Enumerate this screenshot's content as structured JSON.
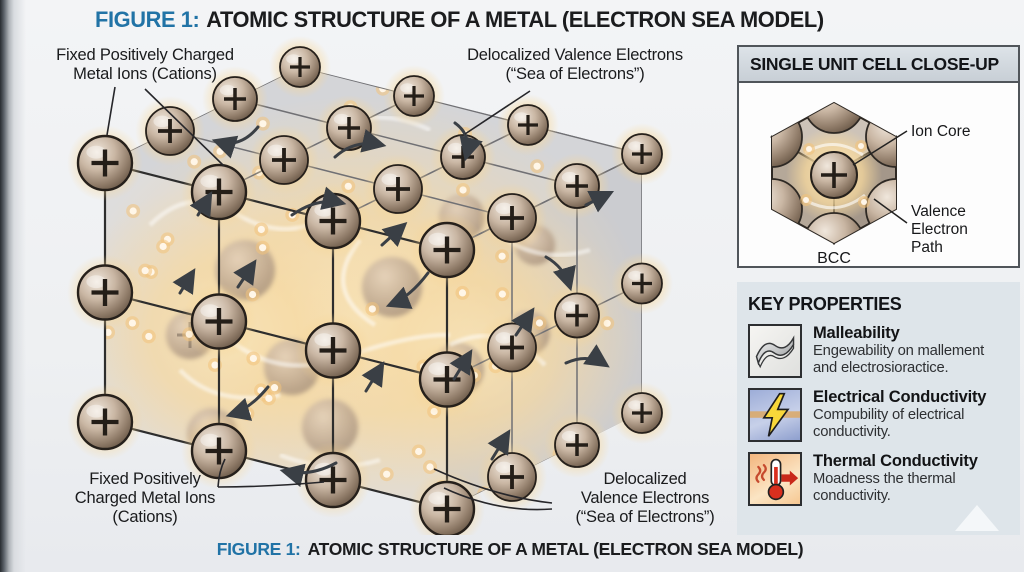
{
  "header": {
    "figure_label": "FIGURE 1:",
    "title": "ATOMIC STRUCTURE OF A METAL (ELECTRON SEA MODEL)"
  },
  "footer": {
    "figure_label": "FIGURE 1:",
    "title": "ATOMIC STRUCTURE OF A METAL (ELECTRON SEA MODEL)"
  },
  "diagram": {
    "ion_symbol": "+",
    "labels": {
      "top_left": [
        "Fixed Positively Charged",
        "Metal Ions (Cations)"
      ],
      "top_center": [
        "Delocalized Valence Electrons",
        "(“Sea of Electrons”)"
      ],
      "bottom_left": [
        "Fixed Positively",
        "Charged Metal Ions",
        "(Cations)"
      ],
      "bottom_right": [
        "Delocalized",
        "Valence Electrons",
        "(“Sea of Electrons”)"
      ]
    },
    "colors": {
      "accent_blue": "#2173a6",
      "ion_sphere": "#b3a08c",
      "electron_glow": "#f7ddA5",
      "electron_dot": "#fff6e8",
      "arrow": "#3a3f45",
      "panel_bg": "#dee5ea"
    }
  },
  "unit_cell_panel": {
    "title": "SINGLE UNIT CELL CLOSE-UP",
    "ion_symbol": "+",
    "labels": {
      "ion_core": "Ion Core",
      "valence_path": [
        "Valence",
        "Electron",
        "Path"
      ],
      "structure": "BCC"
    }
  },
  "key_properties_panel": {
    "title": "KEY PROPERTIES",
    "items": [
      {
        "icon": "malleability-sheet-icon",
        "title": "Malleability",
        "description": "Engewability on mallement and electrosioractice."
      },
      {
        "icon": "lightning-bolt-icon",
        "title": "Electrical Conductivity",
        "description": "Compubility of electrical conductivity."
      },
      {
        "icon": "thermometer-icon",
        "title": "Thermal Conductivity",
        "description": "Moadness the thermal conductivity."
      }
    ]
  }
}
